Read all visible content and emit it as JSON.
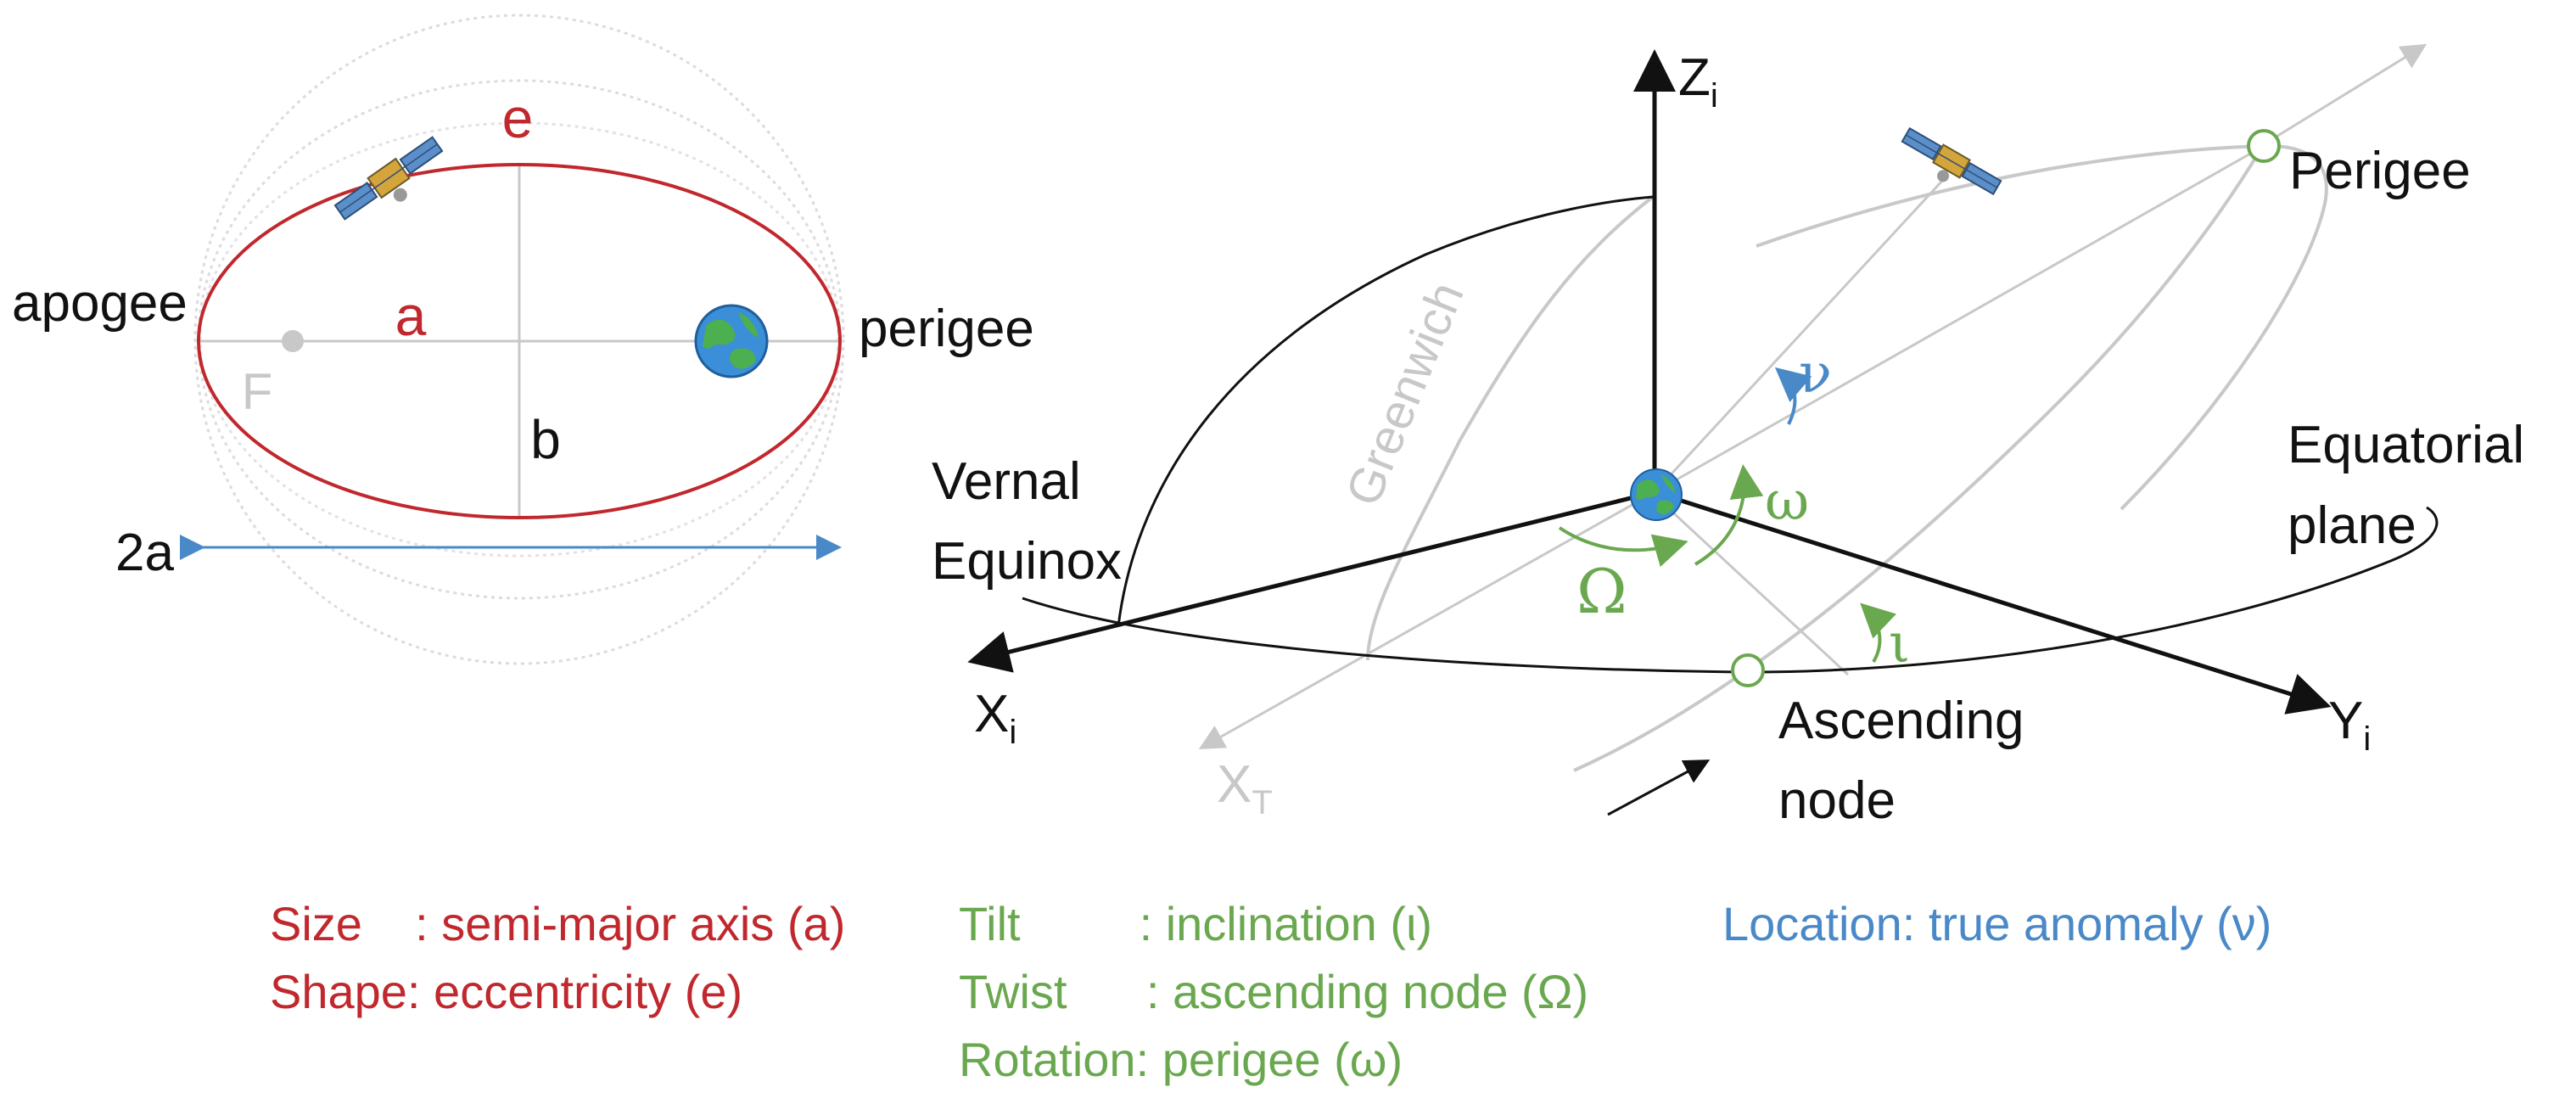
{
  "colors": {
    "red": "#c0282d",
    "green": "#6aa84f",
    "blue": "#4a89c8",
    "gray": "#c8c8c8",
    "black": "#111111"
  },
  "icons": {
    "satellite": "satellite-icon",
    "earth": "earth-globe-icon"
  },
  "ellipse_diagram": {
    "eccentricity_label": "e",
    "semimajor_label": "a",
    "semiminor_label": "b",
    "focus_label": "F",
    "apogee_label": "apogee",
    "perigee_label": "perigee",
    "major_axis_label": "2a"
  },
  "orbit_diagram": {
    "z_axis_label": "Z",
    "z_axis_sub": "i",
    "x_axis_label": "X",
    "x_axis_sub": "i",
    "y_axis_label": "Y",
    "y_axis_sub": "i",
    "xt_axis_label": "X",
    "xt_axis_sub": "T",
    "greenwich_label": "Greenwich",
    "vernal_line1": "Vernal",
    "vernal_line2": "Equinox",
    "perigee_label": "Perigee",
    "equatorial_line1": "Equatorial",
    "equatorial_line2": "plane",
    "ascending_line1": "Ascending",
    "ascending_line2": "node",
    "nu_symbol": "ν",
    "omega_symbol": "ω",
    "raan_symbol": "Ω",
    "iota_symbol": "ι"
  },
  "legend": {
    "size": "Size    : semi-major axis (a)",
    "shape": "Shape: eccentricity (e)",
    "tilt": "Tilt         : inclination (ι)",
    "twist": "Twist      : ascending node (Ω)",
    "rotation": "Rotation: perigee (ω)",
    "location": "Location: true anomaly (ν)"
  }
}
